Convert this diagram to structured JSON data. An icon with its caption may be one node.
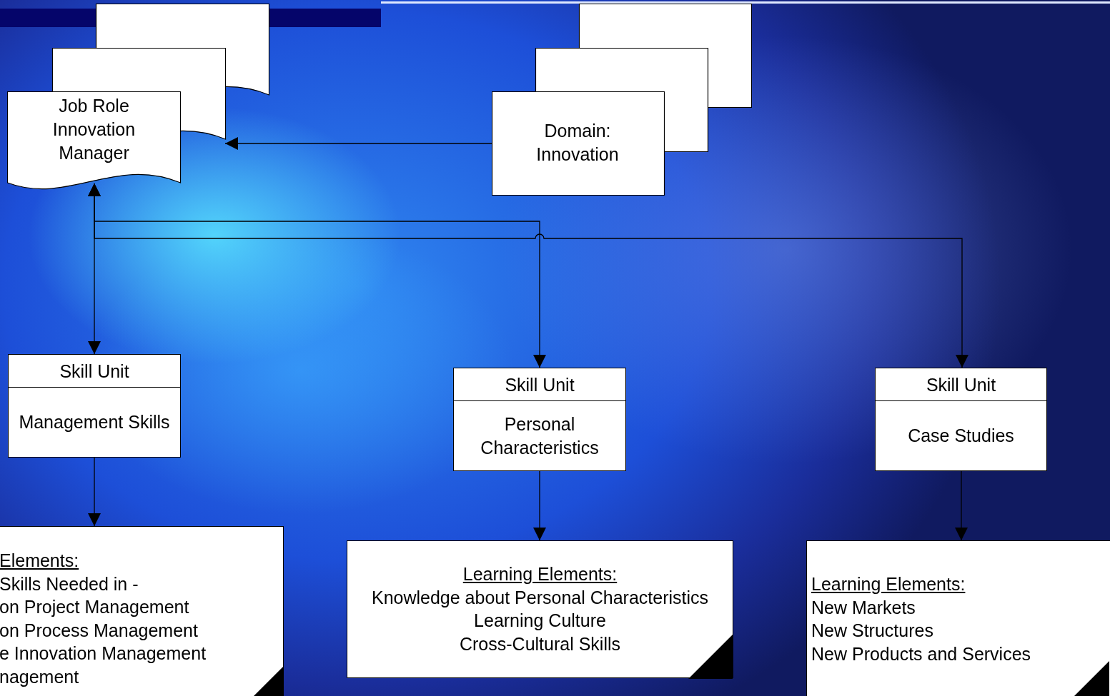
{
  "diagram": {
    "nodes": [
      {
        "text": [
          "Job Role Innovation Manager"
        ]
      },
      {
        "text": [
          "Domain: Innovation"
        ]
      },
      {
        "text": [
          "Skill Unit",
          "Management Skills"
        ]
      },
      {
        "text": [
          "Skill Unit",
          "Personal Characteristics"
        ]
      },
      {
        "text": [
          "Skill Unit",
          "Case Studies"
        ]
      },
      {
        "text": [
          "Elements:",
          "Skills Needed in -",
          "on Project Management",
          "on Process Management",
          "e Innovation Management",
          "nagement"
        ]
      },
      {
        "text": [
          "Learning Elements:",
          "Knowledge about Personal Characteristics",
          "Learning Culture",
          "Cross-Cultural Skills"
        ]
      },
      {
        "text": [
          "Learning Elements:",
          "New Markets",
          "New Structures",
          "New Products and Services"
        ]
      }
    ],
    "edges": [
      {
        "from": 1,
        "to": 0,
        "arrow": "to"
      },
      {
        "from": 0,
        "to": 2,
        "arrow": "both"
      },
      {
        "from": 0,
        "to": 3,
        "arrow": "both"
      },
      {
        "from": 0,
        "to": 4,
        "arrow": "both"
      },
      {
        "from": 2,
        "to": 5,
        "arrow": "to"
      },
      {
        "from": 3,
        "to": 6,
        "arrow": "to"
      },
      {
        "from": 4,
        "to": 7,
        "arrow": "to"
      }
    ]
  }
}
